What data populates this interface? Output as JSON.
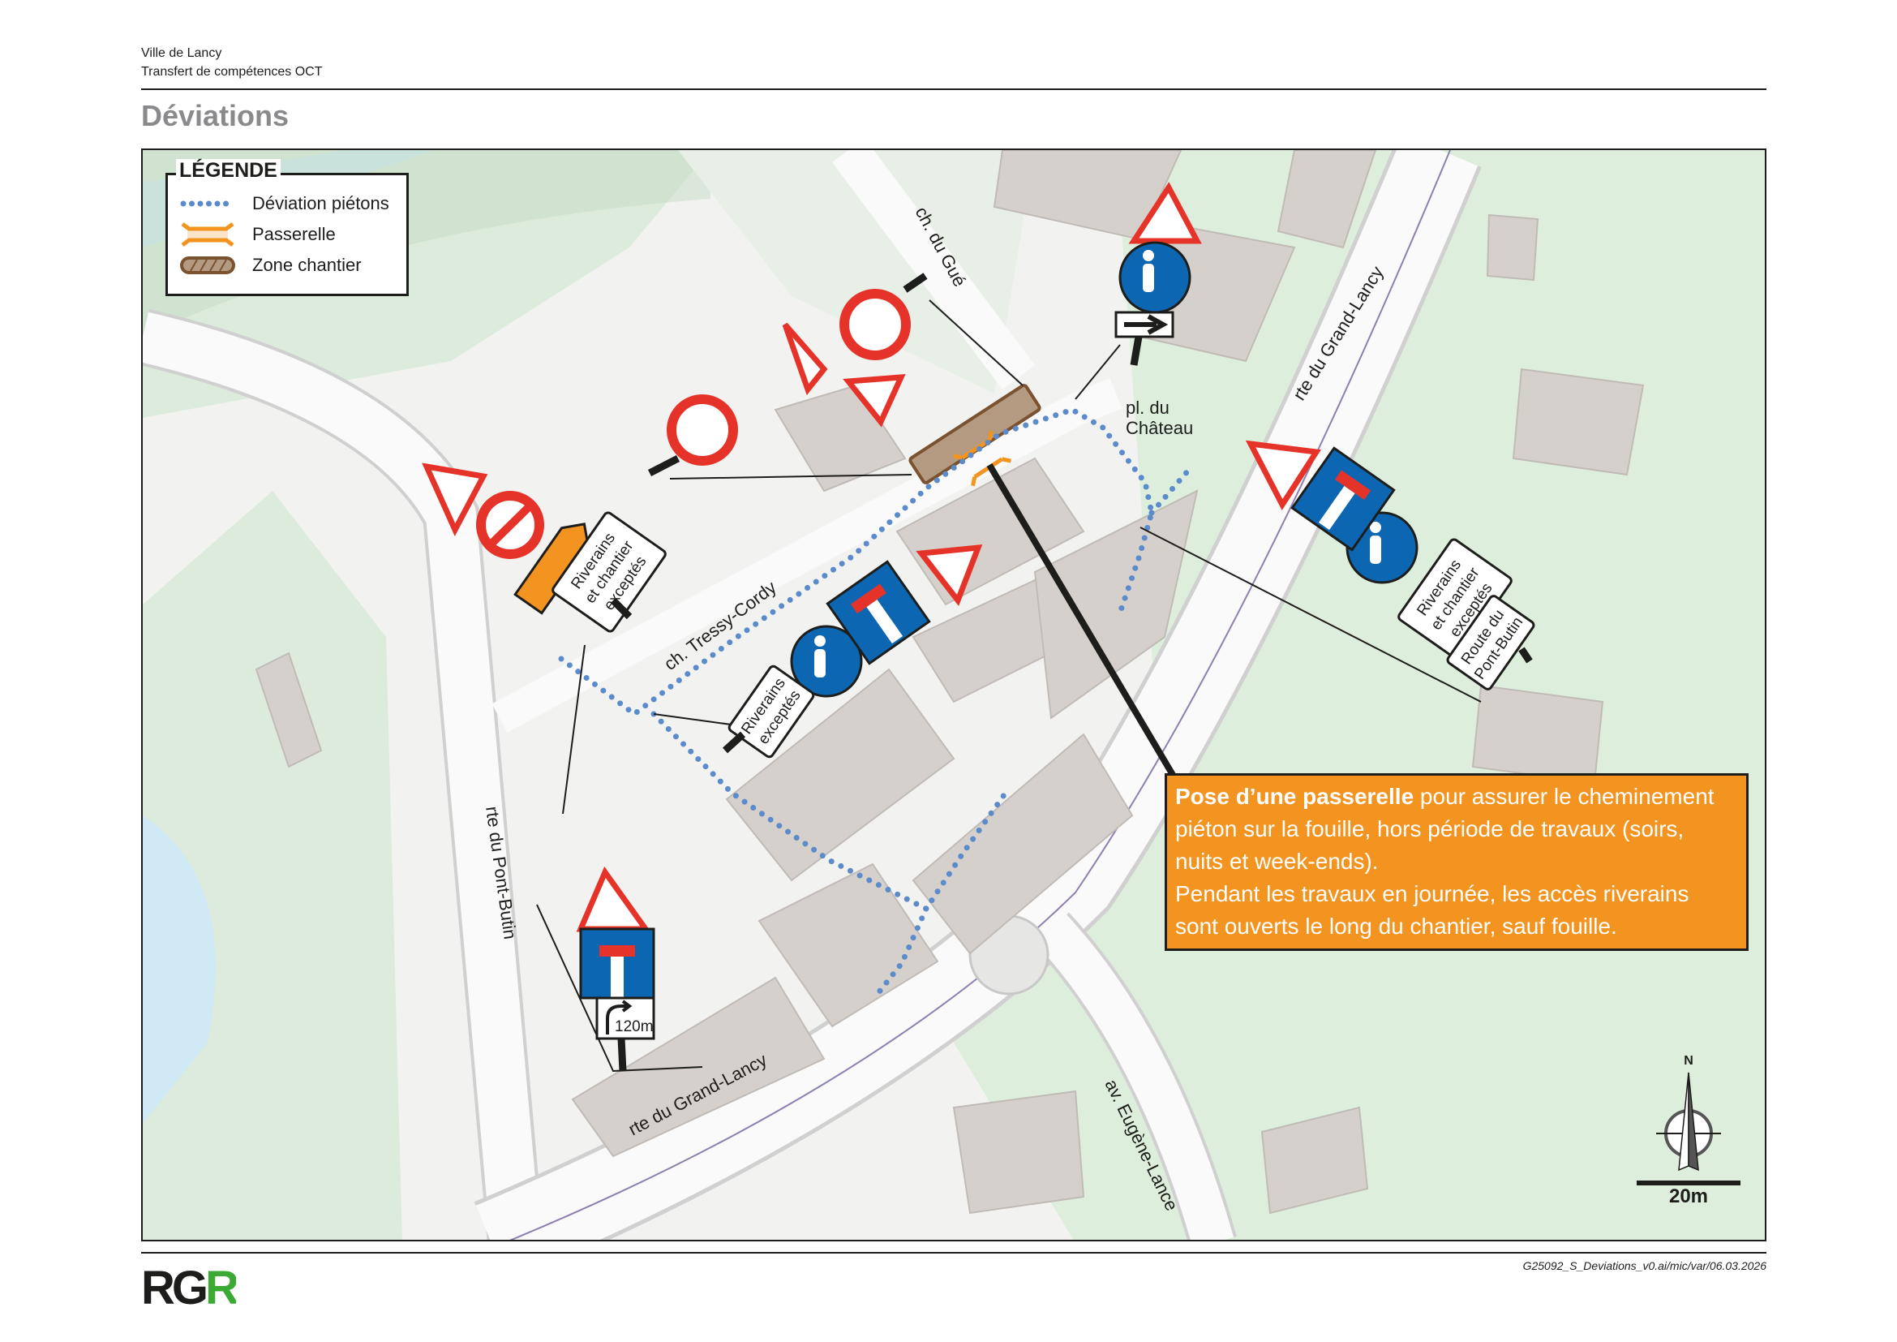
{
  "header": {
    "organisation": "Ville de Lancy",
    "project": "Transfert de compétences OCT",
    "title": "Déviations"
  },
  "legend": {
    "title": "LÉGENDE",
    "items": [
      {
        "label": "Déviation piétons",
        "color": "#5b8bcb"
      },
      {
        "label": "Passerelle",
        "color": "#f39420"
      },
      {
        "label": "Zone chantier",
        "color": "#7b5230"
      }
    ]
  },
  "streets": {
    "ch_du_gue": "ch. du Gué",
    "pl_du_chateau_1": "pl. du",
    "pl_du_chateau_2": "Château",
    "rte_grand_lancy_north": "rte du Grand-Lancy",
    "rte_grand_lancy_south": "rte du Grand-Lancy",
    "ch_tressy_cordy": "ch. Tressy-Cordy",
    "rte_pont_butin": "rte du Pont-Butin",
    "av_eugene_lance": "av. Eugène-Lance"
  },
  "signs": {
    "riverains_chantier": [
      "Riverains",
      "et chantier",
      "exceptés"
    ],
    "riverains_exceptes": [
      "Riverains",
      "exceptés"
    ],
    "route_pont_butin": [
      "Route du",
      "Pont-Butin"
    ],
    "distance": "120m"
  },
  "note": {
    "bold": "Pose d’une passerelle",
    "line1": " pour assurer le cheminement piéton sur la fouille, hors période de travaux (soirs, nuits et week-ends).",
    "line2": "Pendant les travaux en journée, les accès riverains sont ouverts le long du chantier, sauf fouille.",
    "color": "#f39420"
  },
  "scale": {
    "north": "N",
    "label": "20m"
  },
  "footer": {
    "file_id": "G25092_S_Deviations_v0.ai/mic/var/06.03.2026",
    "logo": "RGR"
  }
}
